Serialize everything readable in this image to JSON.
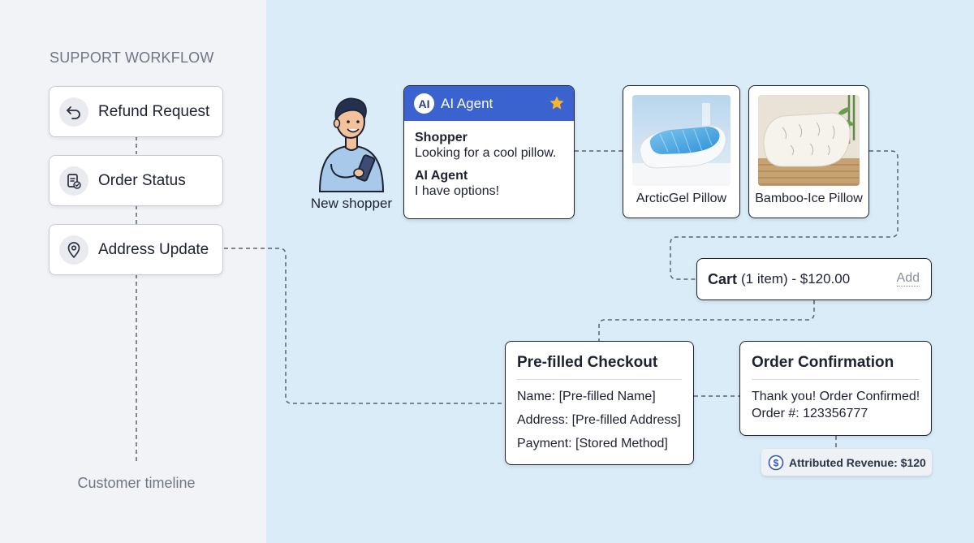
{
  "workflow": {
    "title": "SUPPORT WORKFLOW",
    "items": [
      {
        "label": "Refund Request",
        "icon": "undo-arrow-icon"
      },
      {
        "label": "Order Status",
        "icon": "document-check-icon"
      },
      {
        "label": "Address Update",
        "icon": "location-pin-icon"
      }
    ],
    "timeline_label": "Customer timeline"
  },
  "shopper": {
    "caption": "New shopper"
  },
  "chat": {
    "badge": "AI",
    "title": "AI Agent",
    "messages": [
      {
        "sender": "Shopper",
        "text": "Looking for a cool pillow."
      },
      {
        "sender": "AI Agent",
        "text": "I have options!"
      }
    ],
    "header_color": "#3b63cf",
    "star_color": "#f5b52e"
  },
  "products": [
    {
      "name": "ArcticGel Pillow"
    },
    {
      "name": "Bamboo-Ice Pillow"
    }
  ],
  "cart": {
    "title": "Cart",
    "info": "(1 item) - $120.00",
    "action": "Add"
  },
  "checkout": {
    "title": "Pre-filled Checkout",
    "lines": [
      "Name: [Pre-filled Name]",
      "Address: [Pre-filled Address]",
      "Payment: [Stored Method]"
    ]
  },
  "confirmation": {
    "title": "Order Confirmation",
    "lines": [
      "Thank you! Order Confirmed!",
      "Order #: 123356777"
    ]
  },
  "revenue": {
    "text": "Attributed Revenue: $120",
    "icon": "dollar-coin-icon"
  }
}
